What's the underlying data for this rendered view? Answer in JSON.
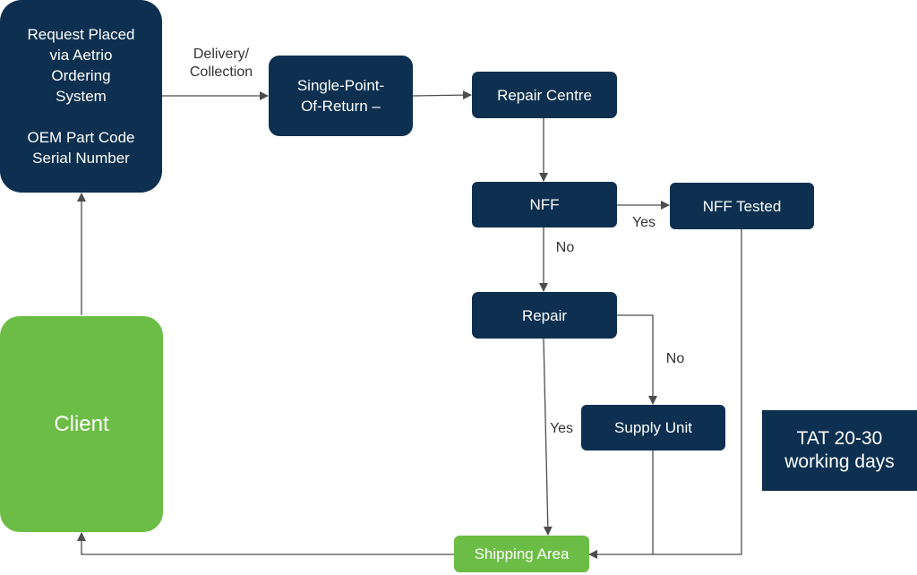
{
  "nodes": {
    "request": {
      "text": "Request Placed\nvia Aetrio\nOrdering\nSystem\n\nOEM Part Code\nSerial Number"
    },
    "spr": {
      "text": "Single-Point-\nOf-Return –"
    },
    "repair_centre": {
      "text": "Repair Centre"
    },
    "nff": {
      "text": "NFF"
    },
    "nff_tested": {
      "text": "NFF Tested"
    },
    "repair": {
      "text": "Repair"
    },
    "supply_unit": {
      "text": "Supply Unit"
    },
    "shipping": {
      "text": "Shipping Area"
    },
    "client": {
      "text": "Client"
    },
    "tat": {
      "text": "TAT 20-30\nworking days"
    }
  },
  "edge_labels": {
    "delivery": "Delivery/\nCollection",
    "nff_yes": "Yes",
    "nff_no": "No",
    "repair_no": "No",
    "repair_yes": "Yes"
  },
  "colors": {
    "node_dark": "#0d3050",
    "node_green": "#6cbd45",
    "connector": "#4d4d4d"
  }
}
